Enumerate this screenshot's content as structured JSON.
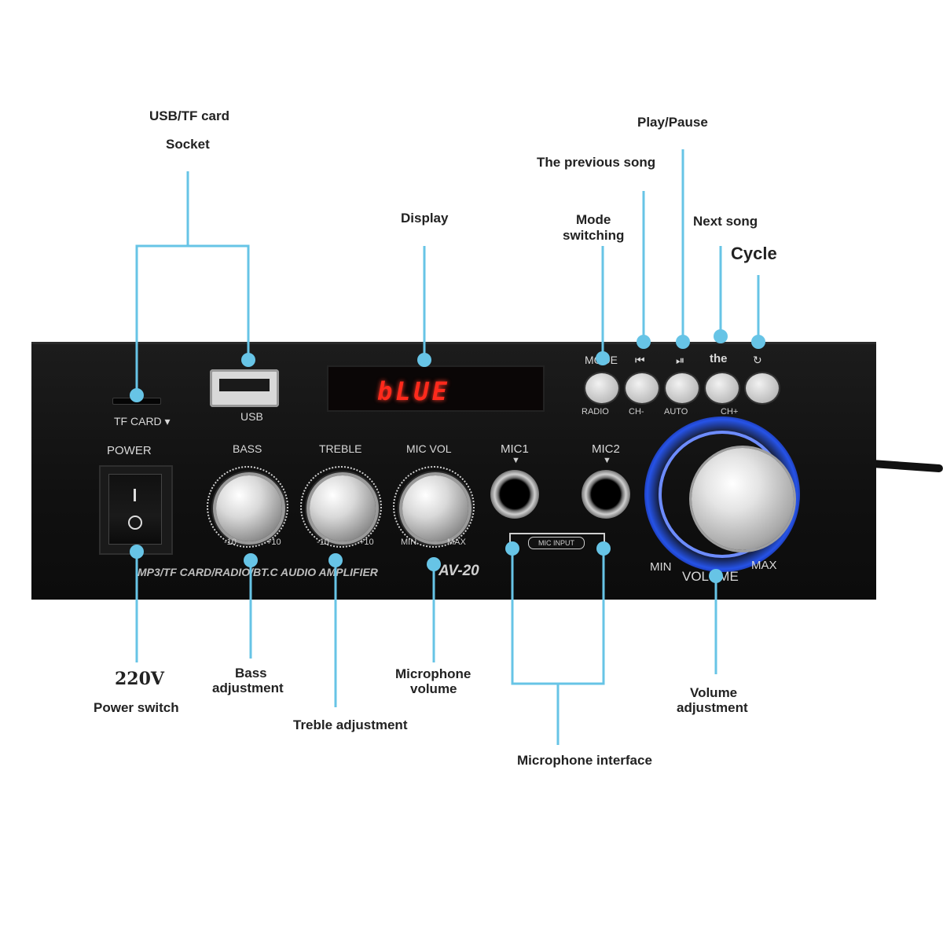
{
  "callouts": {
    "usb_tf_card": "USB/TF card",
    "socket": "Socket",
    "display": "Display",
    "play_pause": "Play/Pause",
    "previous_song": "The previous song",
    "mode_switching_1": "Mode",
    "mode_switching_2": "switching",
    "next_song": "Next song",
    "cycle": "Cycle",
    "voltage": "220V",
    "power_switch": "Power switch",
    "bass_1": "Bass",
    "bass_2": "adjustment",
    "treble": "Treble adjustment",
    "mic_volume_1": "Microphone",
    "mic_volume_2": "volume",
    "mic_interface": "Microphone interface",
    "volume_adj_1": "Volume",
    "volume_adj_2": "adjustment"
  },
  "panel": {
    "tf_card": "TF CARD ▾",
    "usb": "USB",
    "display_text": "bLUE",
    "power": "POWER",
    "bass": "BASS",
    "treble": "TREBLE",
    "mic_vol": "MIC  VOL",
    "mic1": "MIC1",
    "mic2": "MIC2",
    "mic_input": "MIC INPUT",
    "minus10": "-10",
    "plus10": "+10",
    "min": "MIN",
    "max": "MAX",
    "volume": "VOLUME",
    "product_line": "MP3/TF CARD/RADIO/BT.C AUDIO AMPLIFIER",
    "model": "AV-20",
    "buttons_top": [
      "MODE",
      "⏮",
      "⏯",
      "the",
      "↻"
    ],
    "buttons_bottom": [
      "RADIO",
      "CH-",
      "AUTO",
      "CH+"
    ]
  },
  "colors": {
    "leader": "#67c4e6",
    "panel": "#141414",
    "display_red": "#ff2a1c",
    "volume_glow": "#3b5cff"
  }
}
